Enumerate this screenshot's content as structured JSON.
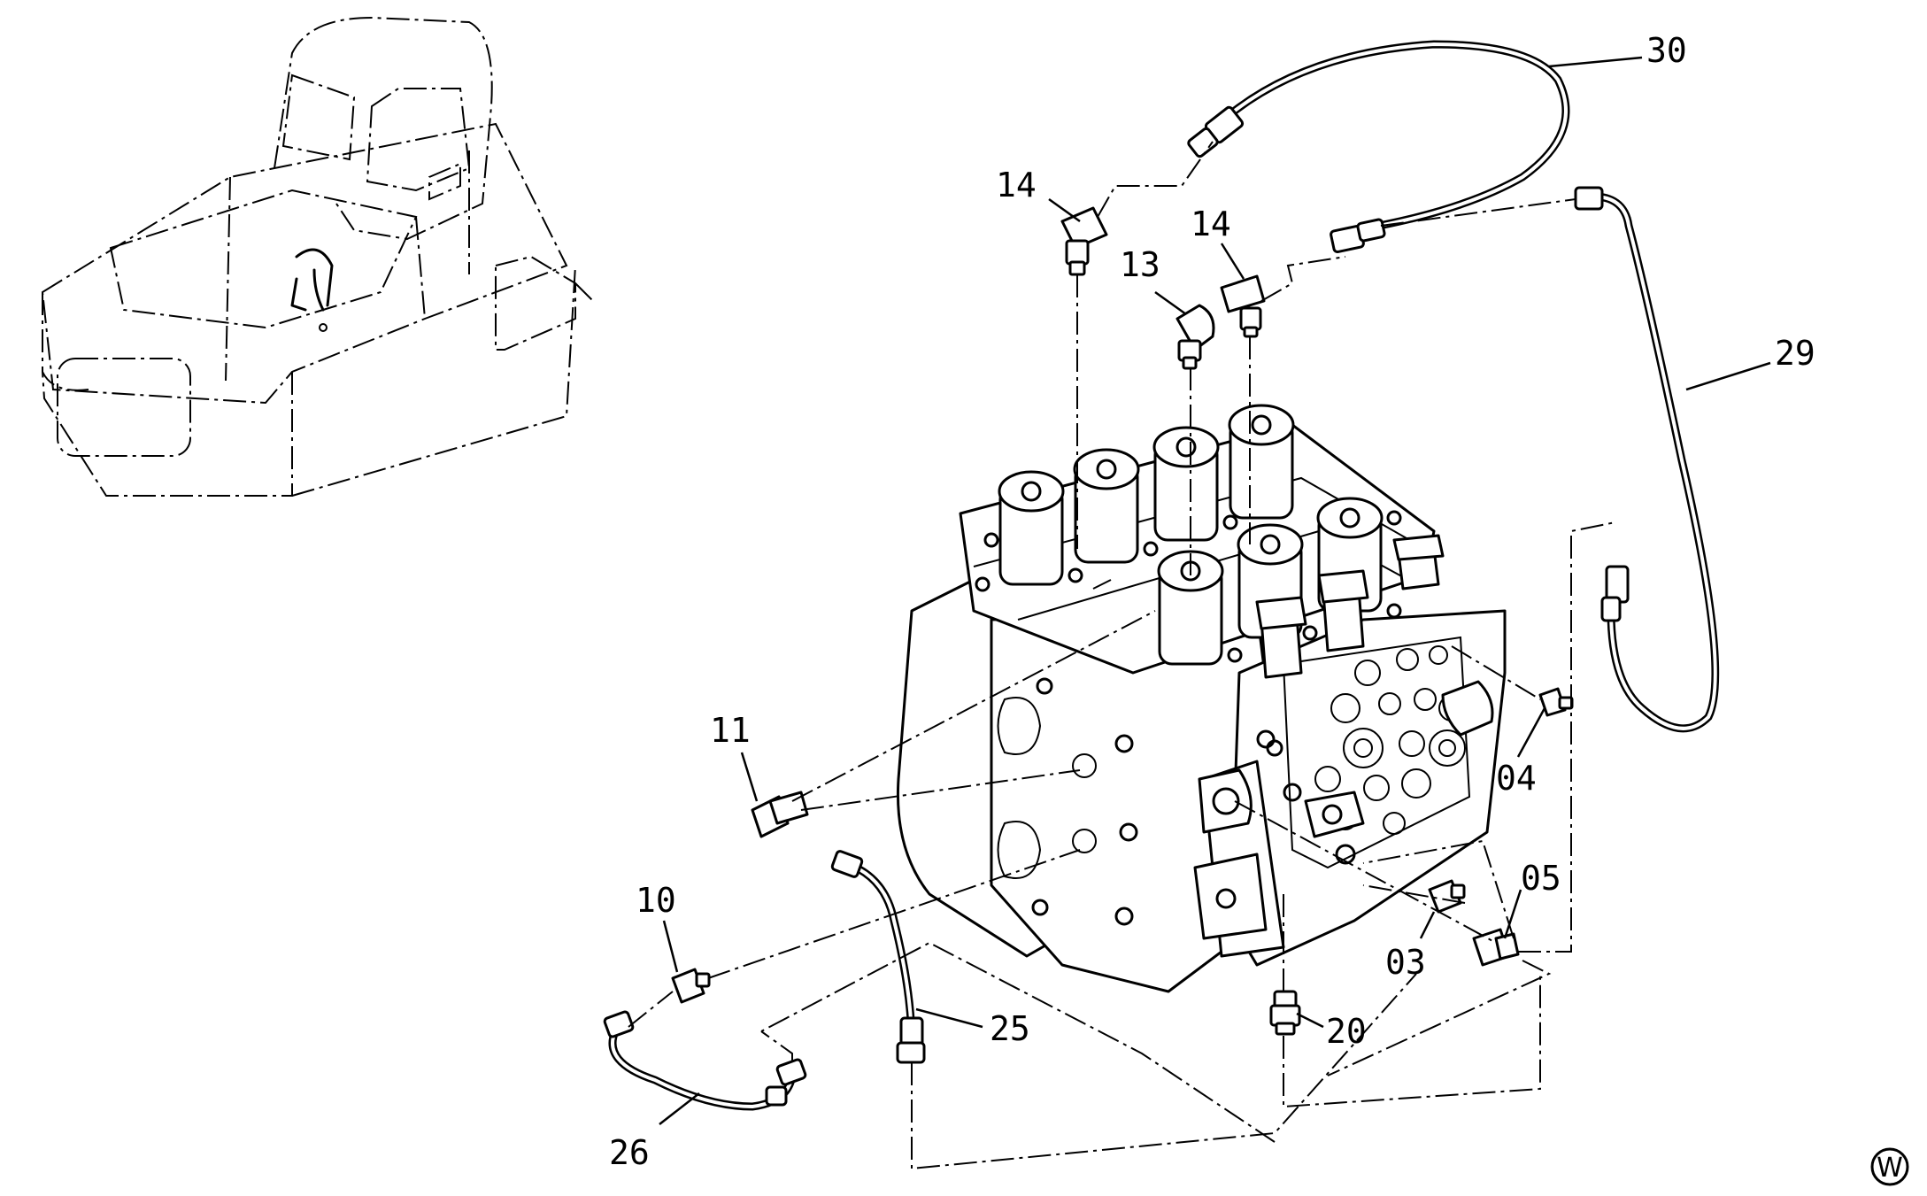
{
  "diagram": {
    "labels": [
      {
        "id": "30",
        "text": "30"
      },
      {
        "id": "14a",
        "text": "14"
      },
      {
        "id": "14b",
        "text": "14"
      },
      {
        "id": "13",
        "text": "13"
      },
      {
        "id": "29",
        "text": "29"
      },
      {
        "id": "11",
        "text": "11"
      },
      {
        "id": "04",
        "text": "04"
      },
      {
        "id": "05",
        "text": "05"
      },
      {
        "id": "10",
        "text": "10"
      },
      {
        "id": "03",
        "text": "03"
      },
      {
        "id": "25",
        "text": "25"
      },
      {
        "id": "20",
        "text": "20"
      },
      {
        "id": "26",
        "text": "26"
      }
    ],
    "corner_mark": "W",
    "line_color": "#000000",
    "background": "#ffffff"
  }
}
